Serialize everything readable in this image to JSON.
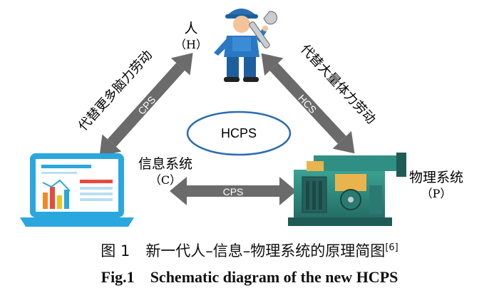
{
  "nodes": {
    "human": {
      "name": "人",
      "code": "（H）"
    },
    "info": {
      "name": "信息系统",
      "code": "（C）"
    },
    "physical": {
      "name": "物理系统",
      "code": "（P）"
    }
  },
  "edges": {
    "left_desc": "代替更多脑力劳动",
    "left_arrow": "CPS",
    "right_desc": "代替大量体力劳动",
    "right_arrow": "HCS",
    "bottom_arrow": "CPS"
  },
  "center": "HCPS",
  "caption": {
    "zh_num": "图 1",
    "zh_title": "新一代人–信息–物理系统的原理简图",
    "zh_ref": "[6]",
    "en_num": "Fig.1",
    "en_title": "Schematic diagram of the new HCPS"
  },
  "colors": {
    "arrow": "#6b6b6b",
    "laptop": "#2aa7df",
    "machine": "#2f8f84",
    "worker": "#1d5f9e"
  }
}
